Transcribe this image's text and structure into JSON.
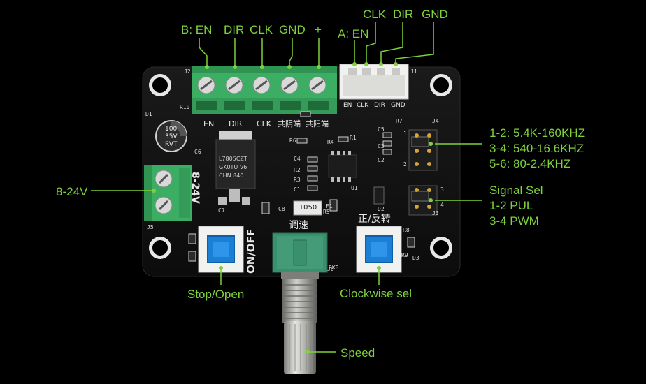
{
  "callouts": {
    "top_left": {
      "b_en": "B: EN",
      "dir": "DIR",
      "clk": "CLK",
      "gnd": "GND",
      "plus": "+"
    },
    "top_right": {
      "a_en": "A: EN",
      "clk": "CLK",
      "dir": "DIR",
      "gnd": "GND"
    },
    "freq": [
      "1-2: 5.4K-160KHZ",
      "3-4: 540-16.6KHZ",
      "5-6: 80-2.4KHZ"
    ],
    "signal": [
      "Signal Sel",
      "1-2 PUL",
      "3-4 PWM"
    ],
    "power": "8-24V",
    "stop": "Stop/Open",
    "clockwise": "Clockwise sel",
    "speed": "Speed"
  },
  "silkscreen": {
    "terminal_labels": [
      "EN",
      "DIR",
      "CLK",
      "共阴端",
      "共阳端"
    ],
    "header_labels": [
      "EN",
      "CLK",
      "DIR",
      "GND"
    ],
    "power_label": "8-24V",
    "onoff": "ON/OFF",
    "speed_cn": "调速",
    "direction_cn": "正/反转",
    "cap_text": [
      "100",
      "35V",
      "RVT"
    ],
    "regulator": [
      "L7805CZT",
      "GK0TU V6",
      "CHN 840"
    ],
    "fuse": "T050",
    "refs": [
      "J2",
      "J1",
      "J4",
      "J3",
      "J5",
      "J6",
      "D1",
      "D2",
      "D3",
      "R10",
      "R6",
      "R1",
      "R2",
      "R3",
      "R4",
      "R5",
      "R7",
      "R8",
      "R9",
      "C1",
      "C2",
      "C3",
      "C4",
      "C5",
      "C6",
      "C7",
      "C8",
      "U1",
      "F1",
      "RKB",
      "1",
      "2",
      "3",
      "4"
    ]
  },
  "colors": {
    "callout": "#7ed13b",
    "pcb": "#111111",
    "terminal": "#3cae63",
    "button_cap": "#1b7fd6"
  }
}
